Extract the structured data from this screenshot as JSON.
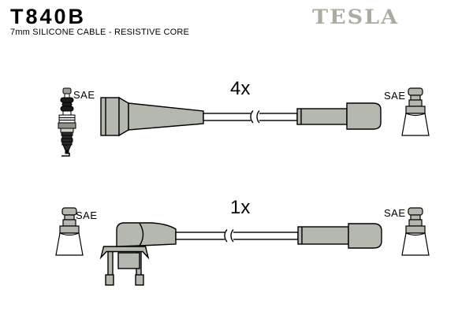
{
  "header": {
    "part_number": "T840B",
    "subtitle": "7mm SILICONE CABLE - RESISTIVE CORE",
    "brand": "TESLA"
  },
  "colors": {
    "boot_gray": "#b4b8ae",
    "logo_gray": "#a8ad9f",
    "outline": "#000000",
    "background": "#ffffff"
  },
  "cables": [
    {
      "quantity": "4x",
      "left_end_label": "SAE",
      "right_end_label": "SAE",
      "left_end_icon": "spark-plug-icon",
      "right_end_icon": "sae-terminal-icon"
    },
    {
      "quantity": "1x",
      "left_end_label": "SAE",
      "right_end_label": "SAE",
      "left_end_icon": "sae-terminal-icon",
      "right_end_icon": "sae-terminal-icon"
    }
  ]
}
